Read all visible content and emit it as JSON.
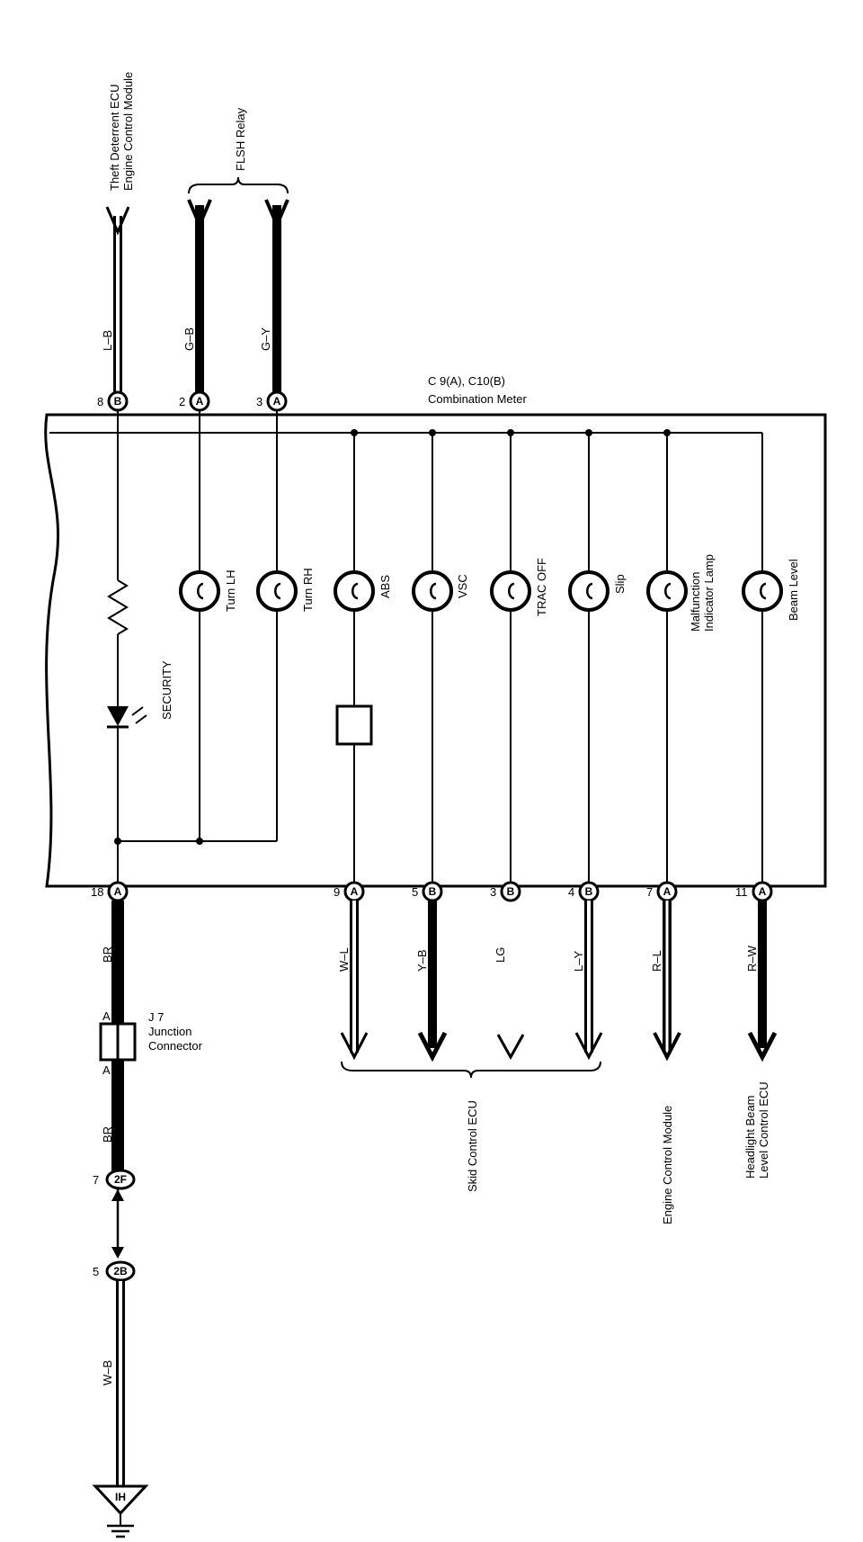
{
  "meter": {
    "connector": "C 9(A), C10(B)",
    "name": "Combination Meter"
  },
  "top_connections": {
    "theft_line1": "Theft Deterrent ECU",
    "theft_line2": "Engine Control Module",
    "flsh_relay": "FLSH Relay"
  },
  "top_wires": [
    {
      "color": "L–B",
      "pin": "8",
      "conn": "B"
    },
    {
      "color": "G–B",
      "pin": "2",
      "conn": "A"
    },
    {
      "color": "G–Y",
      "pin": "3",
      "conn": "A"
    }
  ],
  "lamps": [
    {
      "label": "Turn LH"
    },
    {
      "label": "Turn RH"
    },
    {
      "label": "ABS"
    },
    {
      "label": "VSC"
    },
    {
      "label": "TRAC OFF"
    },
    {
      "label": "Slip"
    },
    {
      "label_line1": "Malfunction",
      "label_line2": "Indicator Lamp"
    },
    {
      "label": "Beam Level"
    }
  ],
  "security_label": "SECURITY",
  "bottom_pins": [
    {
      "pin": "18",
      "conn": "A"
    },
    {
      "pin": "9",
      "conn": "A",
      "color": "W–L"
    },
    {
      "pin": "5",
      "conn": "B",
      "color": "Y–B"
    },
    {
      "pin": "3",
      "conn": "B",
      "color": "LG"
    },
    {
      "pin": "4",
      "conn": "B",
      "color": "L–Y"
    },
    {
      "pin": "7",
      "conn": "A",
      "color": "R–L"
    },
    {
      "pin": "11",
      "conn": "A",
      "color": "R–W"
    }
  ],
  "junction": {
    "id": "J 7",
    "line1": "Junction",
    "line2": "Connector",
    "pin_upper": "A",
    "pin_lower": "A"
  },
  "ground_path": {
    "wire_br_upper": "BR",
    "wire_br_lower": "BR",
    "pin_2f_num": "7",
    "pin_2f_conn": "2F",
    "pin_2b_num": "5",
    "pin_2b_conn": "2B",
    "wire_wb": "W–B",
    "ground": "IH"
  },
  "destinations": {
    "skid": "Skid Control ECU",
    "ecm": "Engine Control Module",
    "headlight_line1": "Headlight Beam",
    "headlight_line2": "Level Control ECU"
  }
}
